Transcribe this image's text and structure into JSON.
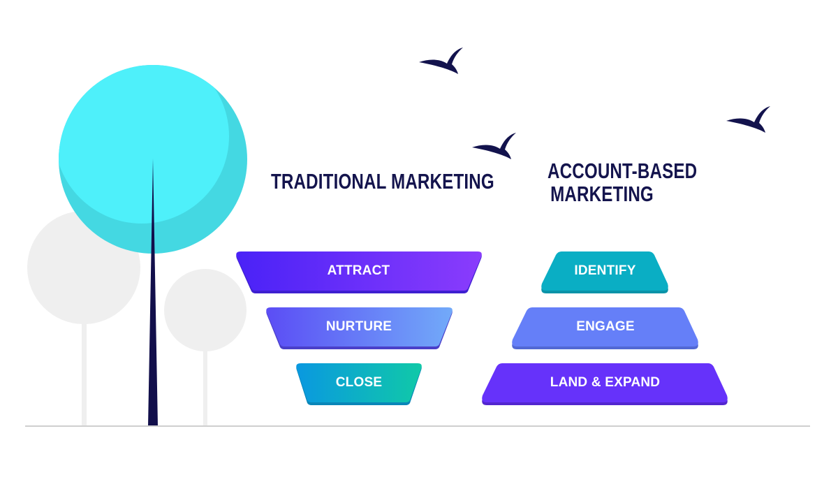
{
  "headings": {
    "traditional": "TRADITIONAL MARKETING",
    "abm_line1": "ACCOUNT-BASED",
    "abm_line2": "MARKETING"
  },
  "traditional_funnel": {
    "shape": "funnel (wide top to narrow bottom)",
    "stages": [
      {
        "label": "ATTRACT",
        "color_start": "#4a22f7",
        "color_end": "#8a3cfc"
      },
      {
        "label": "NURTURE",
        "color_start": "#5b4df5",
        "color_end": "#72aaf9"
      },
      {
        "label": "CLOSE",
        "color_start": "#0a98e0",
        "color_end": "#10c9a8"
      }
    ]
  },
  "abm_pyramid": {
    "shape": "inverted funnel / pyramid (narrow top to wide bottom)",
    "stages": [
      {
        "label": "IDENTIFY",
        "color": "#0aaec4"
      },
      {
        "label": "ENGAGE",
        "color": "#657ff8"
      },
      {
        "label": "LAND & EXPAND",
        "color": "#6632fa"
      }
    ]
  },
  "illustration": {
    "elements": [
      "cyan-tree",
      "grey-tree-left",
      "grey-tree-right",
      "bird",
      "bird",
      "bird",
      "ground-line"
    ],
    "colors": {
      "tree_cyan": "#4ef0fa",
      "tree_cyan_shade": "#44d8e2",
      "trunk": "#120f4b",
      "grey_tree": "#efefef",
      "bird": "#13134d",
      "ground": "#cfcfcf"
    }
  }
}
